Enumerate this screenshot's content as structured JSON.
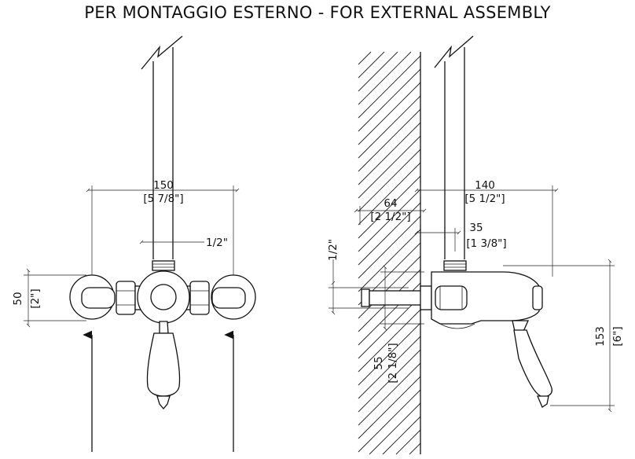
{
  "title": "PER MONTAGGIO ESTERNO - FOR EXTERNAL ASSEMBLY",
  "front_view": {
    "width_mm": "150",
    "width_in": "[5 7/8\"]",
    "thread": "1/2\"",
    "height_mm": "50",
    "height_in": "[2\"]"
  },
  "side_view": {
    "depth_mm": "140",
    "depth_in": "[5 1/2\"]",
    "wall_mm": "64",
    "wall_in": "[2 1/2\"]",
    "offset_mm": "35",
    "offset_in": "[1 3/8\"]",
    "thread": "1/2\"",
    "lower_mm": "55",
    "lower_in": "[2 1/8\"]",
    "height_mm": "153",
    "height_in": "[6\"]"
  }
}
